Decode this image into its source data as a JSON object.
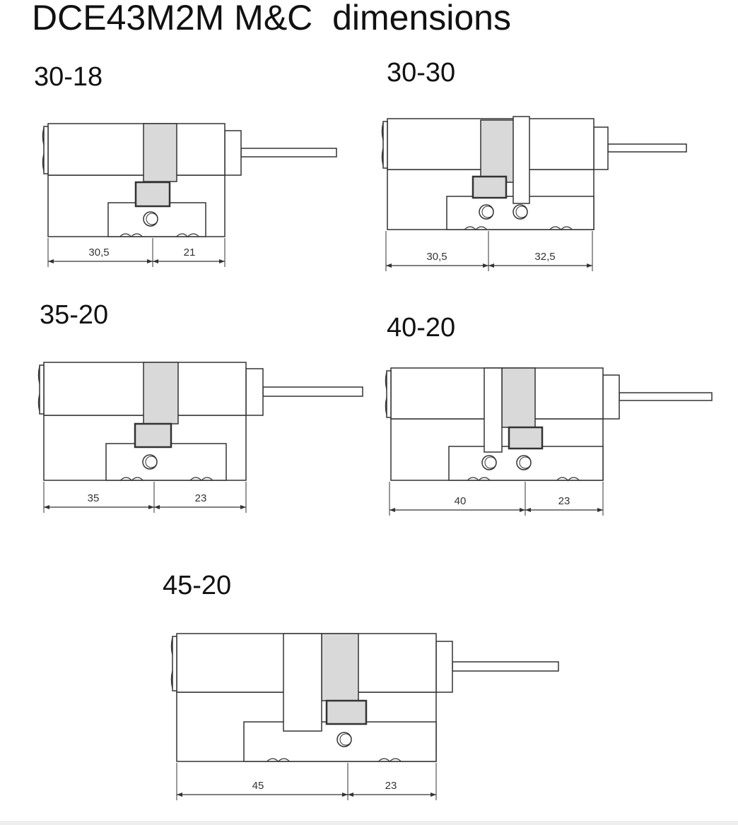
{
  "title": "DCE43M2M M&C  dimensions",
  "colors": {
    "line": "#333333",
    "cam": "#d9d9d9"
  },
  "drawings": [
    {
      "name": "30-18",
      "dims": [
        "30,5",
        "21"
      ]
    },
    {
      "name": "30-30",
      "dims": [
        "30,5",
        "32,5"
      ]
    },
    {
      "name": "35-20",
      "dims": [
        "35",
        "23"
      ]
    },
    {
      "name": "40-20",
      "dims": [
        "40",
        "23"
      ]
    },
    {
      "name": "45-20",
      "dims": [
        "45",
        "23"
      ]
    }
  ]
}
